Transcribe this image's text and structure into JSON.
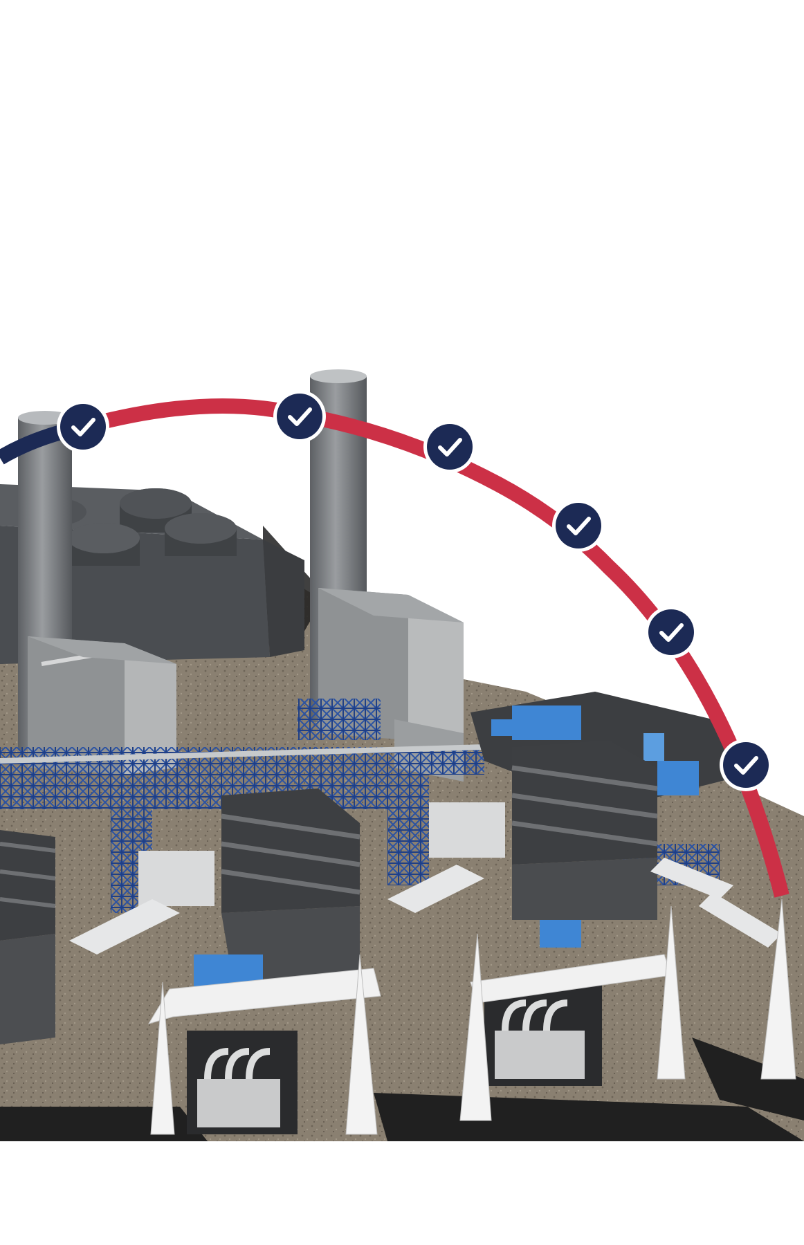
{
  "palette": {
    "background": "#ffffff",
    "arc_red": "#cc3046",
    "arc_navy": "#1c2a55",
    "checkpoint_fill": "#1c2a55",
    "checkpoint_ring": "#ffffff",
    "gravel": "#8a8071",
    "road": "#202020",
    "stack_gray": "#7b7e82",
    "building_dark": "#55585c",
    "building_light": "#a6a8a9",
    "steel_blue": "#2a52a3",
    "equipment_blue": "#3f86d4",
    "pylon_white": "#eeeeee"
  },
  "arc": {
    "completed_segment": "navy",
    "remaining_segment": "red"
  },
  "checkpoints": [
    {
      "icon": "check-icon",
      "status": "complete"
    },
    {
      "icon": "check-icon",
      "status": "complete"
    },
    {
      "icon": "check-icon",
      "status": "complete"
    },
    {
      "icon": "check-icon",
      "status": "complete"
    },
    {
      "icon": "check-icon",
      "status": "complete"
    },
    {
      "icon": "check-icon",
      "status": "complete"
    }
  ],
  "illustration": {
    "subject": "power-plant-3d-render"
  }
}
